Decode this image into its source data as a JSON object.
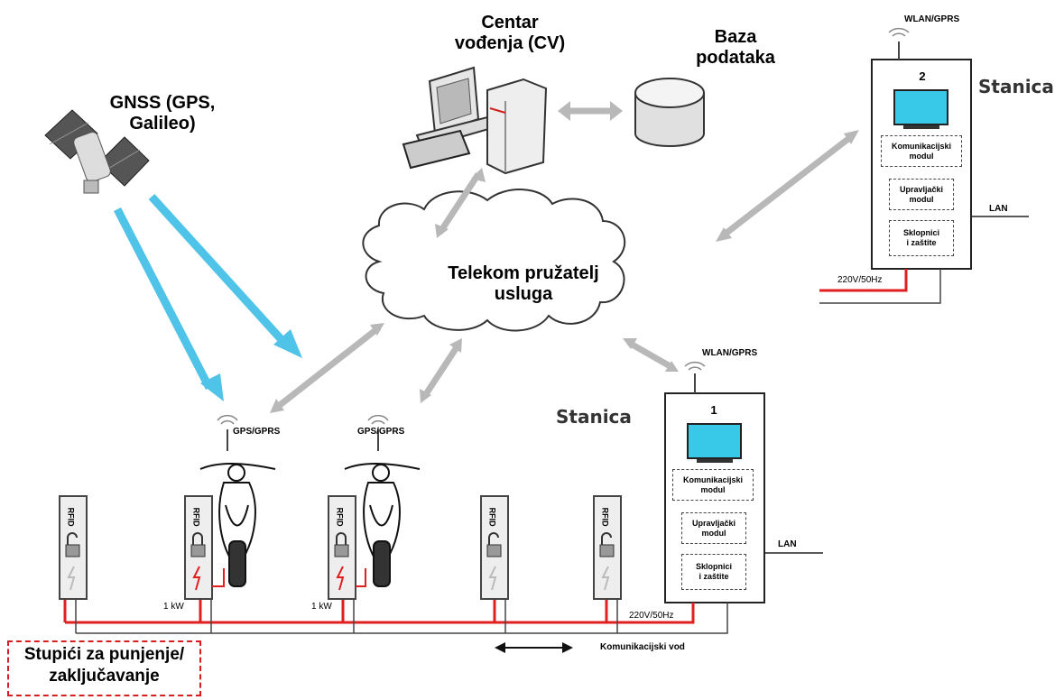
{
  "labels": {
    "gnss": "GNSS (GPS,\nGalileo)",
    "center": "Centar\nvođenja (CV)",
    "database": "Baza\npodataka",
    "telekom": "Telekom pružatelj\nusluga",
    "stanica_top": "Stanica",
    "stanica_bottom": "Stanica",
    "wlan_top": "WLAN/GPRS",
    "wlan_bottom": "WLAN/GPRS",
    "gps_gprs_1": "GPS/GPRS",
    "gps_gprs_2": "GPS/GPRS",
    "lan_top": "LAN",
    "lan_bottom": "LAN",
    "power_top": "220V/50Hz",
    "power_bottom": "220V/50Hz",
    "kw_1": "1 kW",
    "kw_2": "1 kW",
    "comm_line": "Komunikacijski vod",
    "stupici": "Stupići za punjenje/\nzaključavanje",
    "rfid": "RFID"
  },
  "station_top": {
    "number": "2",
    "modules": [
      "Komunikacijski\nmodul",
      "Upravljački\nmodul",
      "Sklopnici\ni zaštite"
    ]
  },
  "station_bottom": {
    "number": "1",
    "modules": [
      "Komunikacijski\nmodul",
      "Upravljački\nmodul",
      "Sklopnici\ni zaštite"
    ]
  },
  "colors": {
    "gnss_arrow": "#4fc3e8",
    "link_arrow": "#b8b8b8",
    "power_line": "#e02020",
    "screen": "#38c8e8"
  }
}
